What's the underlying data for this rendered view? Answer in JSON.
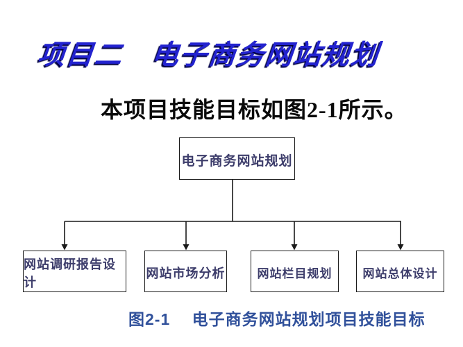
{
  "slide": {
    "title": "项目二　电子商务网站规划",
    "intro": "本项目技能目标如图2-1所示。",
    "caption": "图2-1　 电子商务网站规划项目技能目标"
  },
  "diagram": {
    "root": "电子商务网站规划",
    "children": [
      {
        "label": "网站调研报告设计"
      },
      {
        "label": "网站市场分析"
      },
      {
        "label": "网站栏目规划"
      },
      {
        "label": "网站总体设计"
      }
    ]
  },
  "colors": {
    "title-blue": "#2323cf",
    "title-shadow": "#000040",
    "box-text": "#3d3d6b",
    "caption-blue": "#31519b",
    "line": "#1a1a1a"
  }
}
